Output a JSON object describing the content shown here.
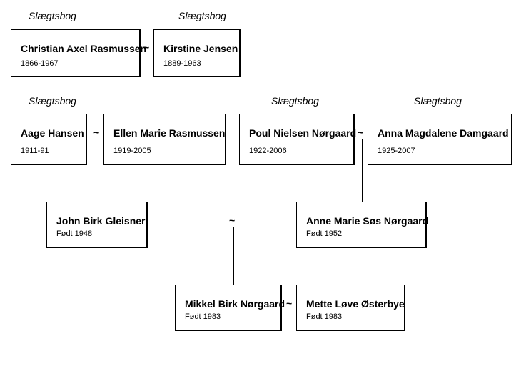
{
  "people": {
    "christian": {
      "name": "Christian Axel Rasmussen",
      "dates": "1866-1967",
      "label": "Slægtsbog"
    },
    "kirstine": {
      "name": "Kirstine Jensen",
      "dates": "1889-1963",
      "label": "Slægtsbog"
    },
    "aage": {
      "name": "Aage Hansen",
      "dates": "1911-91",
      "label": "Slægtsbog"
    },
    "ellen": {
      "name": "Ellen Marie Rasmussen",
      "dates": "1919-2005"
    },
    "poul": {
      "name": "Poul Nielsen Nørgaard",
      "dates": "1922-2006",
      "label": "Slægtsbog"
    },
    "anna": {
      "name": "Anna Magdalene Damgaard",
      "dates": "1925-2007",
      "label": "Slægtsbog"
    },
    "john": {
      "name": "John Birk Gleisner",
      "dates": "Født 1948"
    },
    "annemarie": {
      "name": "Anne Marie Søs Nørgaard",
      "dates": "Født 1952"
    },
    "mikkel": {
      "name": "Mikkel Birk Nørgaard",
      "dates": "Født 1983"
    },
    "mette": {
      "name": "Mette Løve Østerbye",
      "dates": "Født 1983"
    }
  },
  "marriage_symbol": "~"
}
